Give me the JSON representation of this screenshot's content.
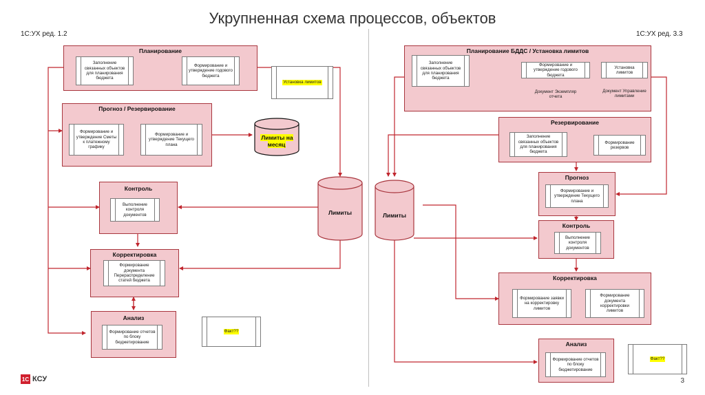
{
  "title": "Укрупненная схема процессов, объектов",
  "left_version": "1С:УХ ред. 1.2",
  "right_version": "1С:УХ ред. 3.3",
  "page_number": "3",
  "logo": {
    "mark": "1С",
    "text": "КСУ"
  },
  "left": {
    "planning": {
      "label": "Планирование",
      "p1": "Заполнение связанных объектов для планирования бюджета",
      "p2": "Формирование и утверждение годового бюджета"
    },
    "limits_setup": "Установка лимитов",
    "forecast": {
      "label": "Прогноз / Резервирование",
      "p1": "Формирование и утверждение Сметы к платежному графику",
      "p2": "Формирование и утверждение Текущего плана"
    },
    "monthly_limits": "Лимиты на месяц",
    "limits": "Лимиты",
    "control": {
      "label": "Контроль",
      "p1": "Выполнение контроля документов"
    },
    "correction": {
      "label": "Корректировка",
      "p1": "Формирование документа Перераспределение статей бюджета"
    },
    "analysis": {
      "label": "Анализ",
      "p1": "Формирование отчетов по блоку бюджетирование"
    },
    "fact": "Факт??"
  },
  "right": {
    "planning": {
      "label": "Планирование БДДС / Установка лимитов",
      "p1": "Заполнение связанных объектов для планирования бюджета",
      "p2": "Формирование и утверждение годового бюджета",
      "p3": "Установка лимитов",
      "doc1": "Документ Экземпляр отчета",
      "doc2": "Документ Управление лимитами"
    },
    "reserve": {
      "label": "Резервирование",
      "p1": "Заполнение связанных объектов для планирования бюджета",
      "p2": "Формирование резервов"
    },
    "forecast": {
      "label": "Прогноз",
      "p1": "Формирование и утверждение Текущего плана"
    },
    "limits": "Лимиты",
    "control": {
      "label": "Контроль",
      "p1": "Выполнение контроля документов"
    },
    "correction": {
      "label": "Корректировка",
      "p1": "Формирование заявки на корректировку лимитов",
      "p2": "Формирование документа корректировки лимитов"
    },
    "analysis": {
      "label": "Анализ",
      "p1": "Формирование отчетов по блоку бюджетирование"
    },
    "fact": "Факт??"
  },
  "colors": {
    "group_fill": "#f3c9ce",
    "group_border": "#a8353d",
    "arrow": "#c0262e",
    "highlight": "#ffff00"
  }
}
